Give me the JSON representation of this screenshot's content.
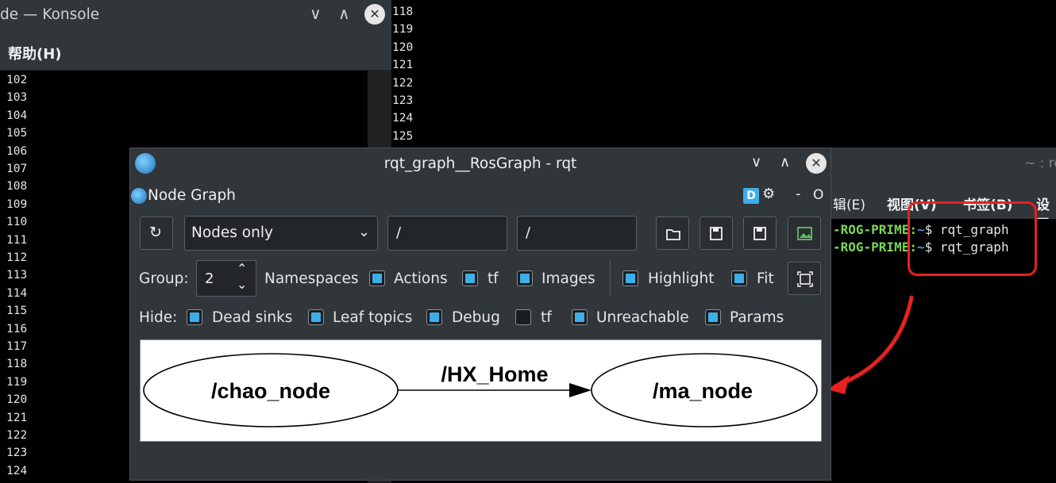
{
  "left_console": {
    "title": "de — Konsole",
    "menu_help": "帮助(H)",
    "lines": [
      "102",
      "103",
      "104",
      "105",
      "106",
      "107",
      "108",
      "109",
      "110",
      "111",
      "112",
      "113",
      "114",
      "115",
      "116",
      "117",
      "118",
      "119",
      "120",
      "121",
      "122",
      "123",
      "124"
    ],
    "right_lines": [
      "118",
      "119",
      "120",
      "121",
      "122",
      "123",
      "124",
      "125"
    ]
  },
  "right_console": {
    "title": "~ : ro",
    "menu": [
      "辑(E)",
      "视图(V)",
      "书签(B)",
      "设置"
    ],
    "lines": [
      {
        "prompt": "-ROG-PRIME:",
        "tilde": "~",
        "cmd": "$ rqt_graph"
      },
      {
        "prompt": "-ROG-PRIME:",
        "tilde": "~",
        "cmd": "$ rqt_graph"
      }
    ]
  },
  "rqt": {
    "title": "rqt_graph__RosGraph - rqt",
    "plugin_title": "Node Graph",
    "plugin_buttons": {
      "d": "D",
      "dash": "-",
      "o": "O"
    },
    "mode_select": "Nodes only",
    "ns_filter": "/",
    "topic_filter": "/",
    "group_label": "Group:",
    "group_value": "2",
    "options": [
      {
        "label": "Namespaces",
        "checked": true
      },
      {
        "label": "Actions",
        "checked": true
      },
      {
        "label": "tf",
        "checked": true
      },
      {
        "label": "Images",
        "checked": true
      },
      {
        "label": "Highlight",
        "checked": true
      },
      {
        "label": "Fit",
        "checked": true
      }
    ],
    "hide_label": "Hide:",
    "hide": [
      {
        "label": "Dead sinks",
        "checked": true
      },
      {
        "label": "Leaf topics",
        "checked": true
      },
      {
        "label": "Debug",
        "checked": true
      },
      {
        "label": "tf",
        "checked": false
      },
      {
        "label": "Unreachable",
        "checked": true
      },
      {
        "label": "Params",
        "checked": true
      }
    ],
    "graph": {
      "nodes": [
        "/chao_node",
        "/ma_node"
      ],
      "edge_label": "/HX_Home"
    }
  },
  "colors": {
    "accent": "#3daee9",
    "annotation": "#e8211e",
    "prompt_green": "#7cd55a",
    "tilde_blue": "#5d8fe8"
  }
}
